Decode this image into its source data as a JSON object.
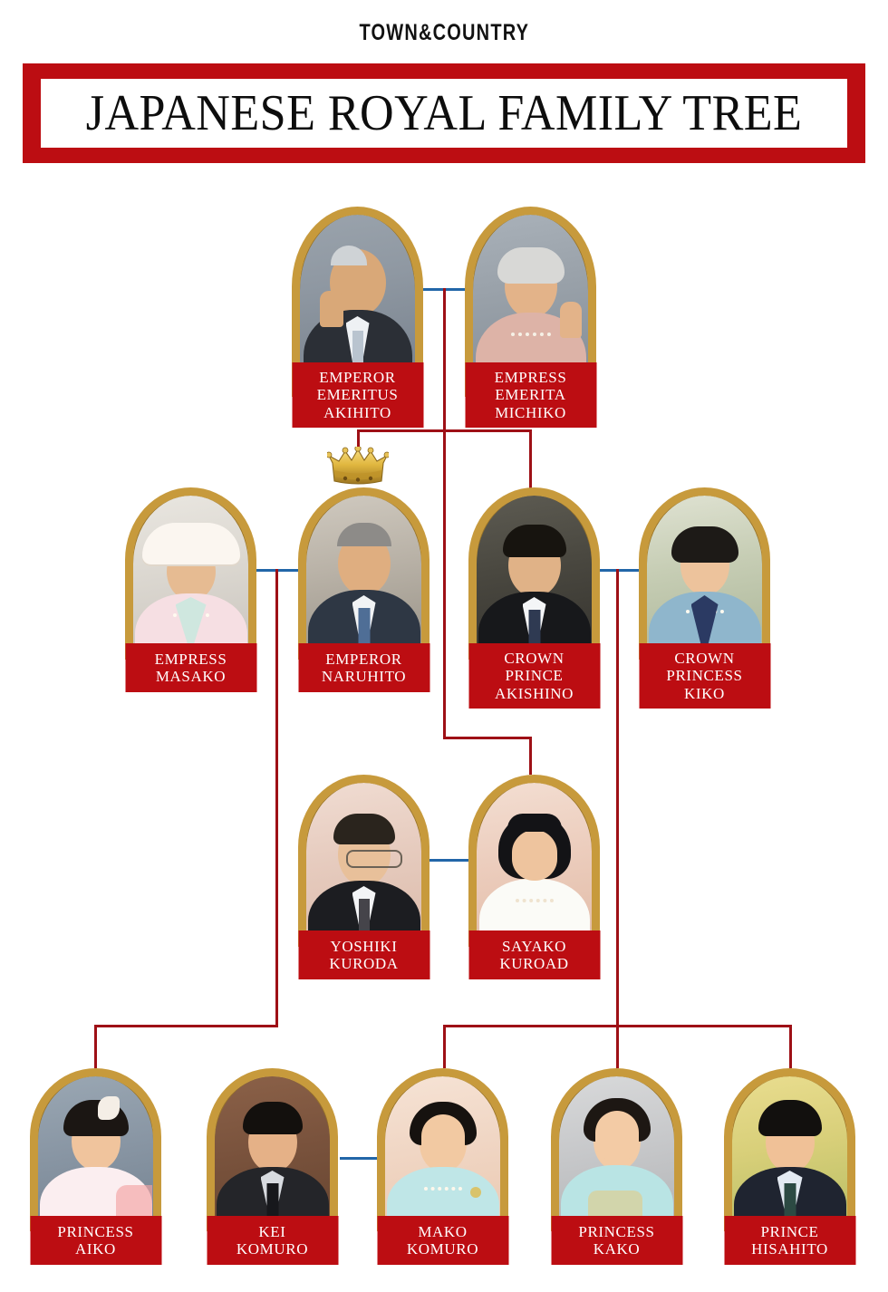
{
  "masthead": {
    "brand": "TOWN&COUNTRY"
  },
  "title": {
    "text": "JAPANESE ROYAL FAMILY TREE"
  },
  "colors": {
    "red": "#BC0D12",
    "line_red": "#9E1016",
    "line_blue": "#2266A8",
    "gold": "#C79A3C",
    "white": "#FFFFFF"
  },
  "icons": {
    "crown": "crown-icon"
  },
  "people": [
    {
      "id": "akihito",
      "name": "EMPEROR\nEMERITUS\nAKIHITO",
      "lines": [
        "EMPEROR",
        "EMERITUS",
        "AKIHITO"
      ],
      "generation": 1,
      "crowned": false
    },
    {
      "id": "michiko",
      "name": "EMPRESS\nEMERITA\nMICHIKO",
      "lines": [
        "EMPRESS",
        "EMERITA",
        "MICHIKO"
      ],
      "generation": 1,
      "crowned": false
    },
    {
      "id": "masako",
      "name": "EMPRESS\nMASAKO",
      "lines": [
        "EMPRESS",
        "MASAKO"
      ],
      "generation": 2,
      "crowned": false
    },
    {
      "id": "naruhito",
      "name": "EMPEROR\nNARUHITO",
      "lines": [
        "EMPEROR",
        "NARUHITO"
      ],
      "generation": 2,
      "crowned": true
    },
    {
      "id": "akishino",
      "name": "CROWN\nPRINCE\nAKISHINO",
      "lines": [
        "CROWN",
        "PRINCE",
        "AKISHINO"
      ],
      "generation": 2,
      "crowned": false
    },
    {
      "id": "kiko",
      "name": "CROWN\nPRINCESS\nKIKO",
      "lines": [
        "CROWN",
        "PRINCESS",
        "KIKO"
      ],
      "generation": 2,
      "crowned": false
    },
    {
      "id": "yoshiki-kuroda",
      "name": "YOSHIKI\nKURODA",
      "lines": [
        "YOSHIKI",
        "KURODA"
      ],
      "generation": 3,
      "crowned": false
    },
    {
      "id": "sayako-kuroad",
      "name": "SAYAKO\nKUROAD",
      "lines": [
        "SAYAKO",
        "KUROAD"
      ],
      "generation": 3,
      "crowned": false
    },
    {
      "id": "princess-aiko",
      "name": "PRINCESS\nAIKO",
      "lines": [
        "PRINCESS",
        "AIKO"
      ],
      "generation": 4,
      "crowned": false
    },
    {
      "id": "kei-komuro",
      "name": "KEI\nKOMURO",
      "lines": [
        "KEI",
        "KOMURO"
      ],
      "generation": 4,
      "crowned": false
    },
    {
      "id": "mako-komuro",
      "name": "MAKO\nKOMURO",
      "lines": [
        "MAKO",
        "KOMURO"
      ],
      "generation": 4,
      "crowned": false
    },
    {
      "id": "princess-kako",
      "name": "PRINCESS\nKAKO",
      "lines": [
        "PRINCESS",
        "KAKO"
      ],
      "generation": 4,
      "crowned": false
    },
    {
      "id": "prince-hisahito",
      "name": "PRINCE\nHISAHITO",
      "lines": [
        "PRINCE",
        "HISAHITO"
      ],
      "generation": 4,
      "crowned": false
    }
  ],
  "relationships": {
    "marriages": [
      [
        "akihito",
        "michiko"
      ],
      [
        "masako",
        "naruhito"
      ],
      [
        "akishino",
        "kiko"
      ],
      [
        "yoshiki-kuroda",
        "sayako-kuroad"
      ],
      [
        "kei-komuro",
        "mako-komuro"
      ]
    ],
    "children": [
      {
        "parents": [
          "akihito",
          "michiko"
        ],
        "child": "naruhito"
      },
      {
        "parents": [
          "akihito",
          "michiko"
        ],
        "child": "akishino"
      },
      {
        "parents": [
          "akihito",
          "michiko"
        ],
        "child": "sayako-kuroad"
      },
      {
        "parents": [
          "masako",
          "naruhito"
        ],
        "child": "princess-aiko"
      },
      {
        "parents": [
          "akishino",
          "kiko"
        ],
        "child": "mako-komuro"
      },
      {
        "parents": [
          "akishino",
          "kiko"
        ],
        "child": "princess-kako"
      },
      {
        "parents": [
          "akishino",
          "kiko"
        ],
        "child": "prince-hisahito"
      }
    ]
  }
}
